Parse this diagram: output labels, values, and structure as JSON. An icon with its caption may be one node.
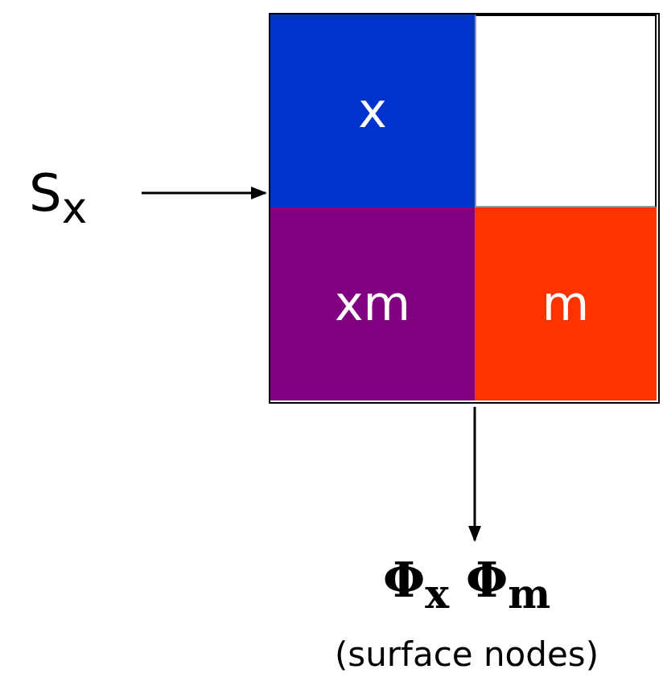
{
  "diagram": {
    "nodes": [
      {
        "text": [],
        "shape": "box"
      },
      {
        "text": [
          "x"
        ],
        "in": 0
      },
      {
        "text": [],
        "shape": "box",
        "in": 0
      },
      {
        "text": [
          "xm"
        ],
        "in": 0
      },
      {
        "text": [
          "m"
        ],
        "in": 0
      },
      {
        "text": [
          "S$_{x}$"
        ]
      },
      {
        "text": [
          "Φ$_{x}$ Φ$_{m}$",
          "(surface nodes)"
        ]
      }
    ],
    "edges": [
      {
        "from": 5,
        "to": 0,
        "arrow": "to"
      },
      {
        "from": 0,
        "to": 6,
        "arrow": "to"
      }
    ]
  }
}
